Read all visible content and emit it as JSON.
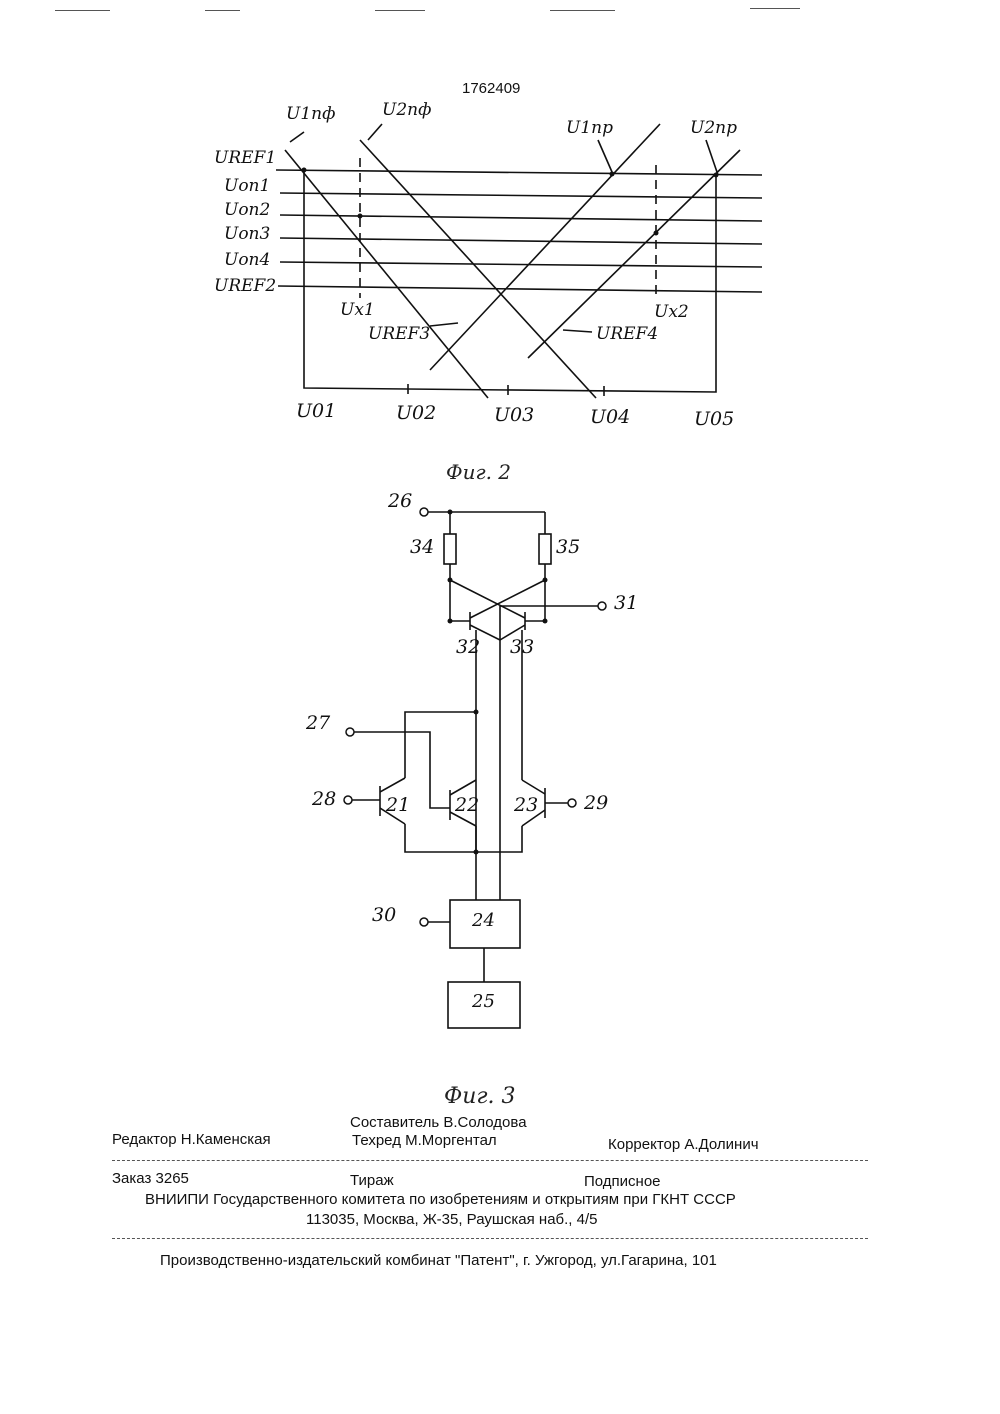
{
  "patent_number": "1762409",
  "fig2": {
    "curve_labels": {
      "u1pf": "U1пф",
      "u2pf": "U2пф",
      "u1pr": "U1пр",
      "u2pr": "U2пр"
    },
    "level_labels": [
      "UREF1",
      "Uоп1",
      "Uоп2",
      "Uоп3",
      "Uоп4",
      "UREF2"
    ],
    "marker_labels": {
      "ux1": "Ux1",
      "ux2": "Ux2",
      "uref3": "UREF3",
      "uref4": "UREF4"
    },
    "axis_ticks": [
      "U01",
      "U02",
      "U03",
      "U04",
      "U05"
    ],
    "caption": "Фиг. 2"
  },
  "fig3": {
    "terminals": {
      "t26": "26",
      "t27": "27",
      "t28": "28",
      "t29": "29",
      "t30": "30",
      "t31": "31"
    },
    "components": {
      "r34": "34",
      "r35": "35",
      "q32": "32",
      "q33": "33",
      "q21": "21",
      "q22": "22",
      "q23": "23",
      "b24": "24",
      "b25": "25"
    },
    "caption": "Фиг. 3"
  },
  "footer": {
    "editor": "Редактор  Н.Каменская",
    "compiler": "Составитель  В.Солодова",
    "techred": "Техред М.Моргентал",
    "corrector": "Корректор  А.Долинич",
    "order": "Заказ 3265",
    "circulation": "Тираж",
    "subscription": "Подписное",
    "org_line": "ВНИИПИ Государственного комитета по изобретениям и открытиям при ГКНТ СССР",
    "address": "113035, Москва, Ж-35, Раушская наб., 4/5",
    "publisher": "Производственно-издательский комбинат \"Патент\", г. Ужгород, ул.Гагарина, 101"
  }
}
